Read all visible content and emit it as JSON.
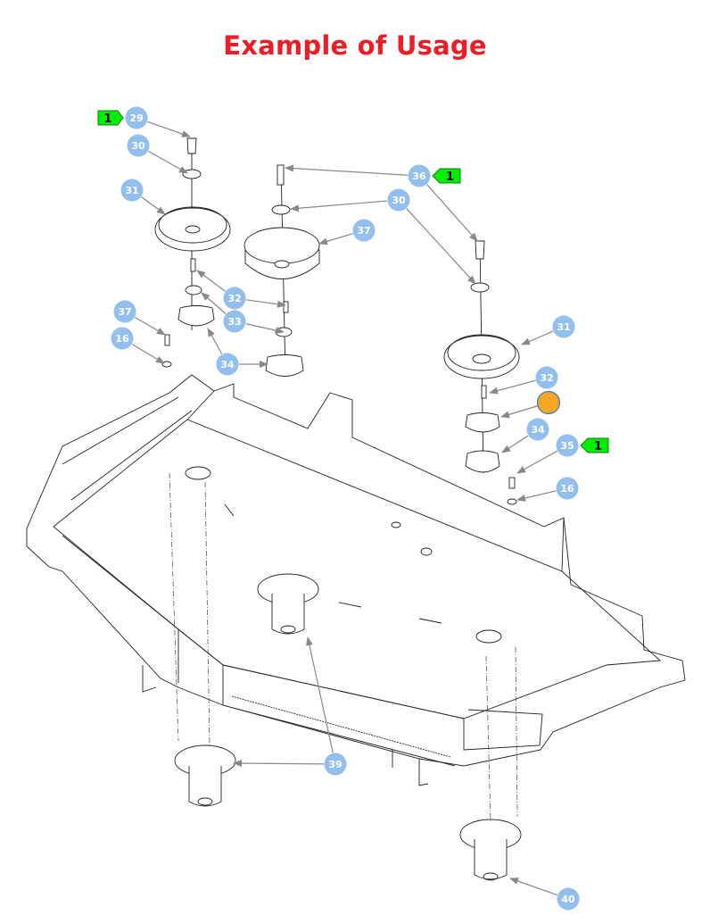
{
  "title": "Example of Usage",
  "colors": {
    "title": "#ee1c25",
    "callout": "#93bfee",
    "callout_highlight": "#f5a623",
    "quantity_flag": "#00ee00"
  },
  "callouts": [
    {
      "label": "29",
      "quantity": "1"
    },
    {
      "label": "30"
    },
    {
      "label": "31"
    },
    {
      "label": "36",
      "quantity": "1"
    },
    {
      "label": "30"
    },
    {
      "label": "37"
    },
    {
      "label": "32"
    },
    {
      "label": "33"
    },
    {
      "label": "37"
    },
    {
      "label": "16"
    },
    {
      "label": "34"
    },
    {
      "label": "31"
    },
    {
      "label": "32"
    },
    {
      "label": "",
      "highlighted": true
    },
    {
      "label": "34"
    },
    {
      "label": "35",
      "quantity": "1"
    },
    {
      "label": "16"
    },
    {
      "label": "39"
    },
    {
      "label": "40"
    }
  ]
}
